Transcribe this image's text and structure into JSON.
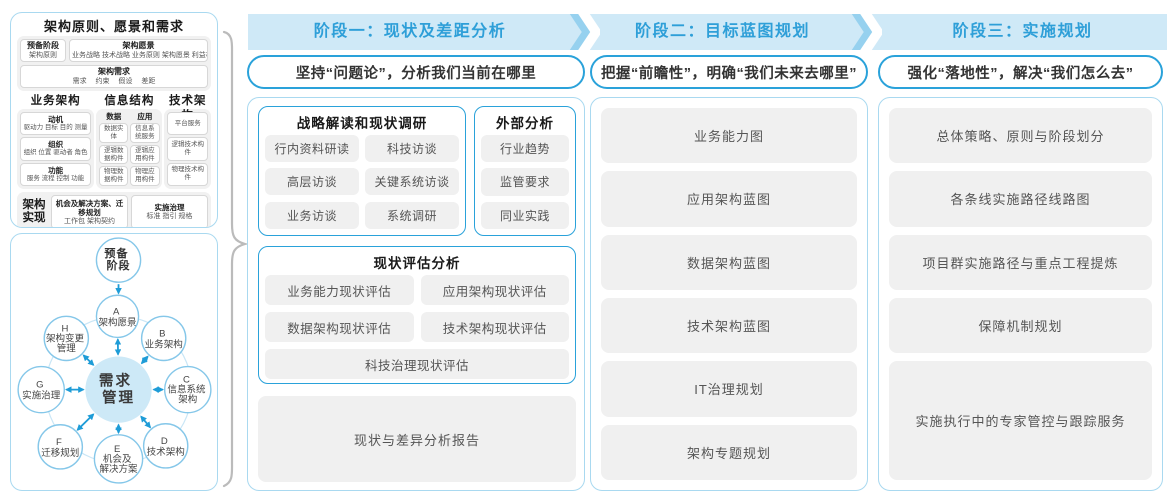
{
  "colors": {
    "accent": "#2aa2da",
    "band_fill": "#cfe9f7",
    "header_text": "#2e9fd8",
    "panel_border": "#a9d9f0",
    "item_fill": "#f0f0f0",
    "arrow_blue": "#1e9cd7",
    "brace_gray": "#bbbbbb"
  },
  "left": {
    "framework": {
      "title": "架构原则、愿景和需求",
      "prep_title": "预备阶段",
      "prep_sub": "架构原则",
      "vision_title": "架构愿景",
      "vision_sub": "业务战略 技术战略 业务原则 架构愿景 利益相关者",
      "req_title": "架构需求",
      "req_sub": "需求 约束 假设 差距",
      "business": {
        "title": "业务架构",
        "boxes": [
          {
            "t": "动机",
            "s": "驱动力 目标 目的 测量"
          },
          {
            "t": "组织",
            "s": "组织 位置 驱动者 角色"
          },
          {
            "t": "功能",
            "s": "服务 流程 控制 功能"
          }
        ]
      },
      "information": {
        "title": "信息结构",
        "data_title": "数据",
        "data_items": [
          "数据实体",
          "逻辑数据构件",
          "物理数据构件"
        ],
        "app_title": "应用",
        "app_items": [
          "信息系统服务",
          "逻辑应用构件",
          "物理应用构件"
        ]
      },
      "technology": {
        "title": "技术架构",
        "items": [
          "平台服务",
          "逻辑技术构件",
          "物理技术构件"
        ]
      },
      "realization": {
        "label": "架构实现",
        "box1_t": "机会及解决方案、迁移规划",
        "box1_s": "工作包 架构契约",
        "box2_t": "实施治理",
        "box2_s": "标准 指引 规格"
      }
    },
    "cycle": {
      "prep_lines": [
        "预备",
        "阶段"
      ],
      "center_lines": [
        "需求",
        "管理"
      ],
      "nodes": [
        {
          "id": "A",
          "lines": [
            "架构愿景"
          ]
        },
        {
          "id": "B",
          "lines": [
            "业务架构"
          ]
        },
        {
          "id": "C",
          "lines": [
            "信息系统",
            "架构"
          ]
        },
        {
          "id": "D",
          "lines": [
            "技术架构"
          ]
        },
        {
          "id": "E",
          "lines": [
            "机会及",
            "解决方案"
          ]
        },
        {
          "id": "F",
          "lines": [
            "迁移规划"
          ]
        },
        {
          "id": "G",
          "lines": [
            "实施治理"
          ]
        },
        {
          "id": "H",
          "lines": [
            "架构变更",
            "管理"
          ]
        }
      ]
    }
  },
  "phases": [
    {
      "header": "阶段一：现状及差距分析",
      "subtitle": "坚持“问题论”，分析我们当前在哪里",
      "survey": {
        "title": "战略解读和现状调研",
        "items": [
          "行内资料研读",
          "科技访谈",
          "高层访谈",
          "关键系统访谈",
          "业务访谈",
          "系统调研"
        ]
      },
      "external": {
        "title": "外部分析",
        "items": [
          "行业趋势",
          "监管要求",
          "同业实践"
        ]
      },
      "assessment": {
        "title": "现状评估分析",
        "items": [
          "业务能力现状评估",
          "应用架构现状评估",
          "数据架构现状评估",
          "技术架构现状评估",
          "科技治理现状评估"
        ]
      },
      "report": "现状与差异分析报告"
    },
    {
      "header": "阶段二：目标蓝图规划",
      "subtitle": "把握“前瞻性”，明确“我们未来去哪里”",
      "items": [
        "业务能力图",
        "应用架构蓝图",
        "数据架构蓝图",
        "技术架构蓝图",
        "IT治理规划",
        "架构专题规划"
      ]
    },
    {
      "header": "阶段三：实施规划",
      "subtitle": "强化“落地性”，解决“我们怎么去”",
      "items": [
        "总体策略、原则与阶段划分",
        "各条线实施路径线路图",
        "项目群实施路径与重点工程提炼",
        "保障机制规划",
        "实施执行中的专家管控与跟踪服务"
      ]
    }
  ]
}
